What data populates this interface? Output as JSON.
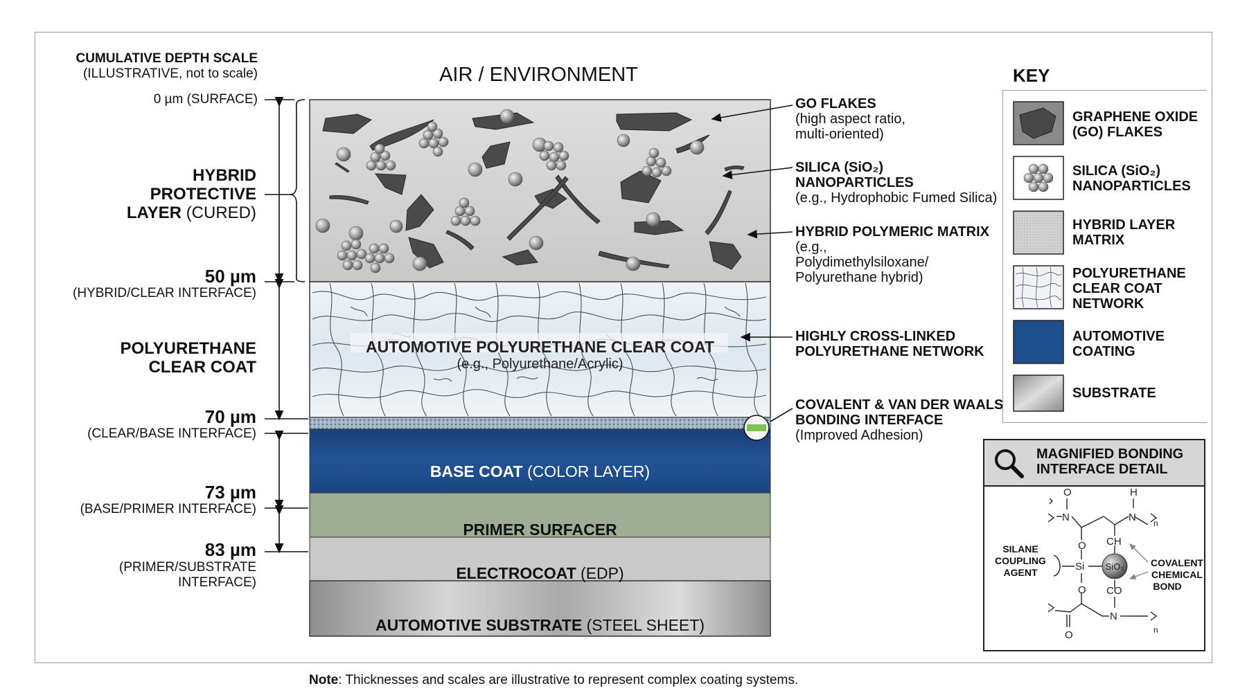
{
  "header": {
    "depth_scale_title": "CUMULATIVE DEPTH SCALE",
    "depth_scale_sub": "(ILLUSTRATIVE, not to scale)",
    "air": "AIR / ENVIRONMENT"
  },
  "depth": {
    "d0": "0 µm (SURFACE)",
    "d50": "50 µm",
    "d50_sub": "(HYBRID/CLEAR INTERFACE)",
    "d70": "70 µm",
    "d70_sub": "(CLEAR/BASE INTERFACE)",
    "d73": "73 µm",
    "d73_sub": "(BASE/PRIMER INTERFACE)",
    "d83": "83 µm",
    "d83_sub1": "(PRIMER/SUBSTRATE",
    "d83_sub2": "INTERFACE)"
  },
  "regions": {
    "hybrid_1": "HYBRID",
    "hybrid_2": "PROTECTIVE",
    "hybrid_3a": "LAYER",
    "hybrid_3b": " (CURED)",
    "pu_1": "POLYURETHANE",
    "pu_2": "CLEAR COAT"
  },
  "layers": {
    "clear_title": "AUTOMOTIVE POLYURETHANE CLEAR COAT",
    "clear_sub": "(e.g., Polyurethane/Acrylic)",
    "base_bold": "BASE COAT",
    "base_rest": " (COLOR LAYER)",
    "primer": "PRIMER SURFACER",
    "electro_bold": "ELECTROCOAT",
    "electro_rest": " (EDP)",
    "substrate_bold": "AUTOMOTIVE SUBSTRATE",
    "substrate_rest": " (STEEL SHEET)"
  },
  "callouts": {
    "go_title": "GO FLAKES",
    "go_sub1": "(high aspect ratio,",
    "go_sub2": "multi-oriented)",
    "silica_title1": "SILICA (SiO₂)",
    "silica_title2": "NANOPARTICLES",
    "silica_sub": "(e.g., Hydrophobic Fumed Silica)",
    "matrix_title": "HYBRID POLYMERIC MATRIX",
    "matrix_sub1": "(e.g.,",
    "matrix_sub2": "Polydimethylsiloxane/",
    "matrix_sub3": "Polyurethane hybrid)",
    "network_title1": "HIGHLY CROSS-LINKED",
    "network_title2": "POLYURETHANE NETWORK",
    "bond_title1": "COVALENT & VAN DER WAALS",
    "bond_title2": "BONDING INTERFACE",
    "bond_sub": "(Improved Adhesion)"
  },
  "key": {
    "title": "KEY",
    "items": [
      {
        "l1": "GRAPHENE OXIDE",
        "l2": "(GO) FLAKES"
      },
      {
        "l1": "SILICA (SiO₂)",
        "l2": "NANOPARTICLES"
      },
      {
        "l1": "HYBRID LAYER",
        "l2": "MATRIX"
      },
      {
        "l1": "POLYURETHANE",
        "l2": "CLEAR COAT",
        "l3": "NETWORK"
      },
      {
        "l1": "AUTOMOTIVE",
        "l2": "COATING"
      },
      {
        "l1": "SUBSTRATE"
      }
    ]
  },
  "magnified": {
    "title1": "MAGNIFIED BONDING",
    "title2": "INTERFACE DETAIL",
    "silane1": "SILANE",
    "silane2": "COUPLING",
    "silane3": "AGENT",
    "cov1": "COVALENT",
    "cov2": "CHEMICAL",
    "cov3": "BOND",
    "atom_o": "O",
    "atom_n": "N",
    "atom_h": "H",
    "atom_si": "Si",
    "atom_ch": "CH",
    "atom_co": "CO",
    "sio2": "SiO₂",
    "sub_n": "n"
  },
  "note": {
    "bold": "Note",
    "text": ": Thicknesses and scales are illustrative to represent complex coating systems."
  },
  "colors": {
    "base_coat": "#1f4e8c",
    "primer": "#9cad94",
    "electrocoat": "#c9c9c9",
    "hybrid_matrix": "#d6d6d6",
    "clear_coat": "#e6eef4"
  }
}
